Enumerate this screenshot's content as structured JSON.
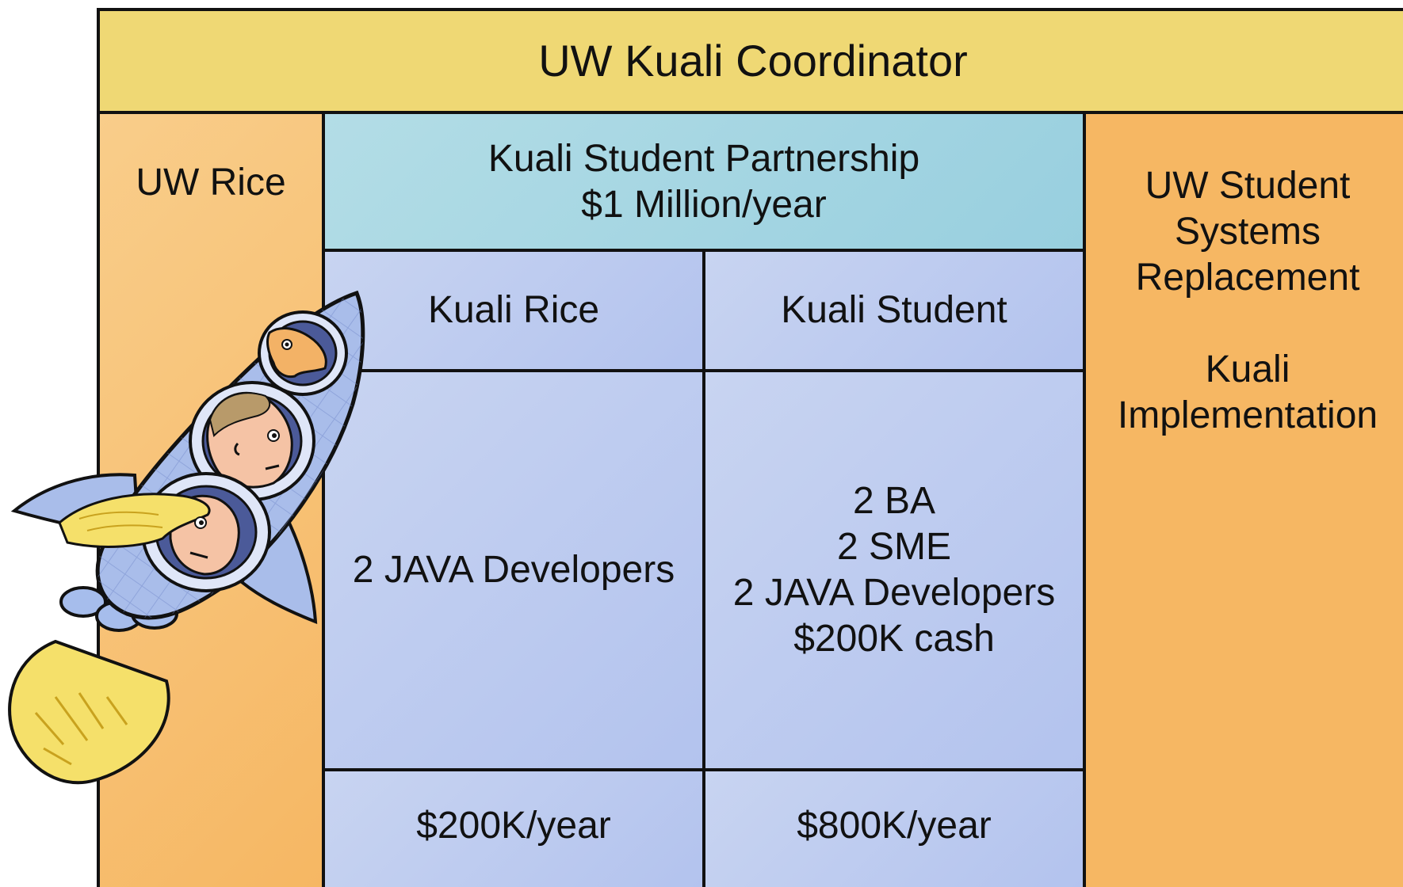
{
  "colors": {
    "coordinator": "#efd874",
    "side_panel_light": "#f9cd8a",
    "side_panel": "#f6b763",
    "partnership_light": "#b3dde6",
    "partnership": "#98cfdf",
    "team_light": "#c8d4f1",
    "team": "#b3c3ee",
    "outline": "#111111"
  },
  "diagram": {
    "coordinator": "UW Kuali Coordinator",
    "left_panel": "UW Rice",
    "right_panel": "UW Student\nSystems\nReplacement\n\nKuali\nImplementation",
    "partnership": "Kuali Student Partnership\n$1 Million/year",
    "columns": [
      {
        "header": "Kuali Rice",
        "team": "2 JAVA Developers",
        "budget": "$200K/year"
      },
      {
        "header": "Kuali Student",
        "team": "2 BA\n2 SME\n2 JAVA Developers\n$200K cash",
        "budget": "$800K/year"
      }
    ]
  },
  "illustration": {
    "icon": "rocket-with-passengers-icon"
  }
}
